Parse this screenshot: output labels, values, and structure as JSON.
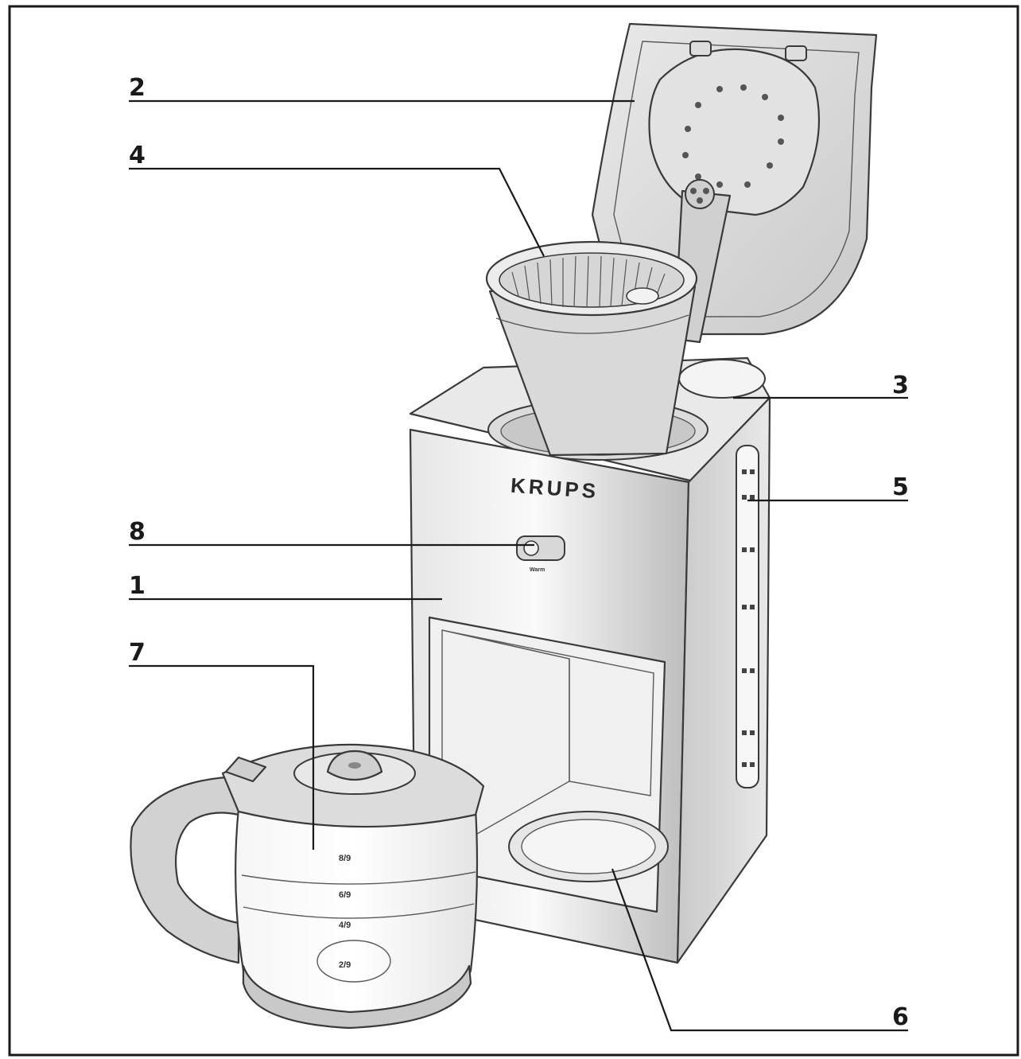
{
  "diagram": {
    "brand_label": "KRUPS",
    "switch_caption": "Warm",
    "carafe_marks": [
      "8/9",
      "6/9",
      "4/9",
      "2/9"
    ],
    "callouts": [
      {
        "id": "1",
        "label": "1"
      },
      {
        "id": "2",
        "label": "2"
      },
      {
        "id": "3",
        "label": "3"
      },
      {
        "id": "4",
        "label": "4"
      },
      {
        "id": "5",
        "label": "5"
      },
      {
        "id": "6",
        "label": "6"
      },
      {
        "id": "7",
        "label": "7"
      },
      {
        "id": "8",
        "label": "8"
      }
    ]
  },
  "colors": {
    "steel_light": "#f2f2f2",
    "steel_mid": "#d4d4d4",
    "steel_dark": "#a8a8a8",
    "line": "#3a3a3a"
  }
}
